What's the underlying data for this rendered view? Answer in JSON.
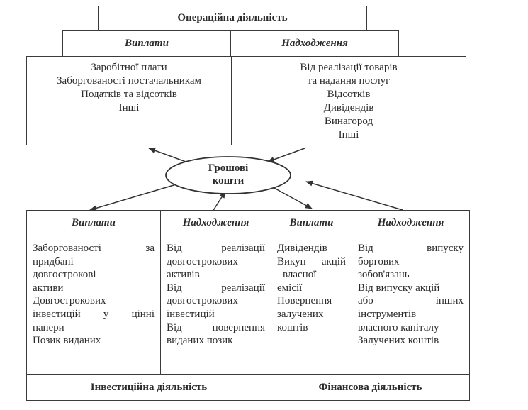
{
  "operating": {
    "title": "Операційна діяльність",
    "payments_header": "Виплати",
    "receipts_header": "Надходження",
    "payments": [
      "Заробітної плати",
      "Заборгованості постачальникам",
      "Податків та відсотків",
      "Інші"
    ],
    "receipts": [
      "Від реалізації товарів",
      "та надання послуг",
      "Відсотків",
      "Дивідендів",
      "Винагород",
      "Інші"
    ]
  },
  "cash": {
    "line1": "Грошові",
    "line2": "кошти"
  },
  "investing": {
    "title": "Інвестиційна діяльність",
    "payments_header": "Виплати",
    "receipts_header": "Надходження",
    "payments": [
      "Заборгованості за",
      "придбані",
      "довгострокові",
      "активи",
      "Довгострокових",
      "інвестицій у цінні",
      "папери",
      "Позик виданих"
    ],
    "receipts": [
      "Від реалізації",
      "довгострокових",
      "активів",
      "Від реалізації",
      "довгострокових",
      "інвестицій",
      "Від повернення",
      "виданих позик"
    ]
  },
  "financing": {
    "title": "Фінансова діяльність",
    "payments_header": "Виплати",
    "receipts_header": "Надходження",
    "payments": [
      "Дивідендів",
      "Викуп акцій",
      "власної",
      "емісії",
      "Повернення",
      "залучених",
      "коштів"
    ],
    "receipts": [
      "Від випуску",
      "боргових",
      "зобов'язань",
      "Від випуску акцій",
      "або інших",
      "інструментів",
      "власного капіталу",
      "Залучених коштів"
    ]
  }
}
